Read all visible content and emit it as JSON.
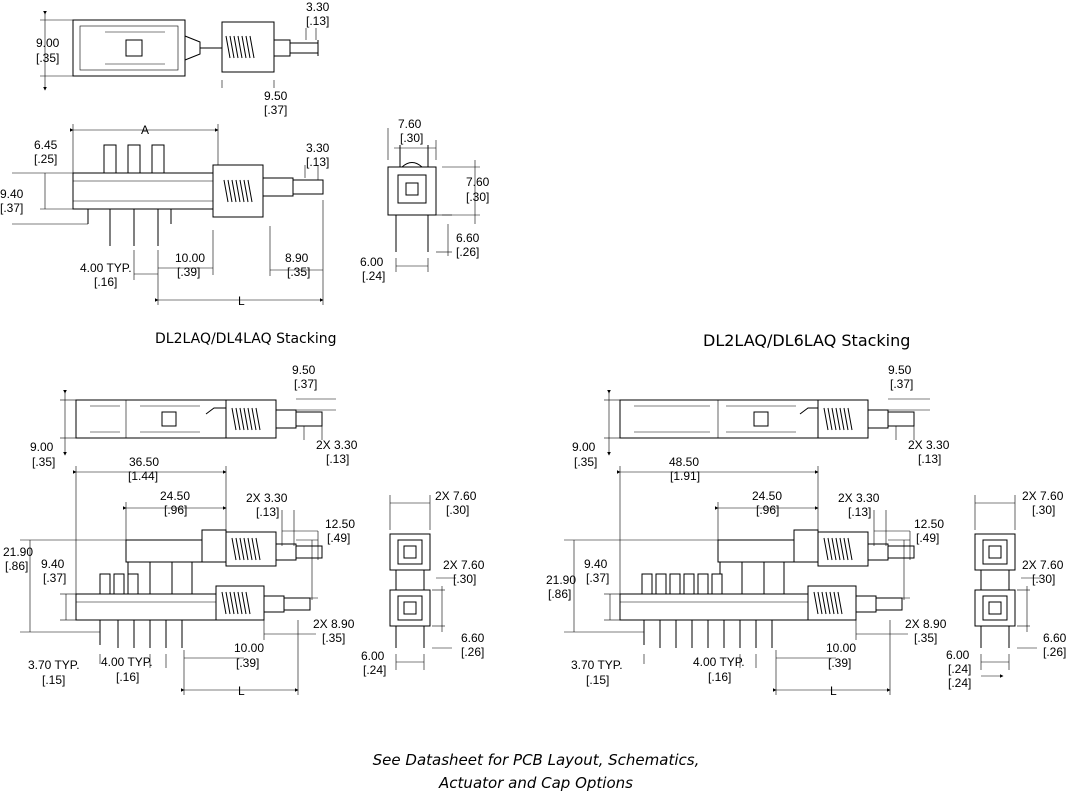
{
  "titles": {
    "left": "DL2LAQ/DL4LAQ Stacking",
    "right": "DL2LAQ/DL6LAQ Stacking"
  },
  "footer": {
    "line1": "See Datasheet for PCB Layout, Schematics,",
    "line2": "Actuator and Cap Options"
  },
  "single": {
    "top_width": "9.00",
    "top_width_in": "[.35]",
    "top_stem": "3.30",
    "top_stem_in": "[.13]",
    "top_spring": "9.50",
    "top_spring_in": "[.37]",
    "dim_a": "A",
    "pin_offset": "6.45",
    "pin_offset_in": "[.25]",
    "body_height": "9.40",
    "body_height_in": "[.37]",
    "stem": "3.30",
    "stem_in": "[.13]",
    "pitch": "4.00 TYP.",
    "pitch_in": "[.16]",
    "pin_to_end": "10.00",
    "pin_to_end_in": "[.39]",
    "travel": "8.90",
    "travel_in": "[.35]",
    "dim_l": "L",
    "end_w": "7.60",
    "end_w_in": "[.30]",
    "end_h": "7.60",
    "end_h_in": "[.30]",
    "end_pin": "6.60",
    "end_pin_in": "[.26]",
    "end_pin_span": "6.00",
    "end_pin_span_in": "[.24]"
  },
  "left": {
    "spring": "9.50",
    "spring_in": "[.37]",
    "width": "9.00",
    "width_in": "[.35]",
    "stem2": "2X 3.30",
    "stem2_in": "[.13]",
    "long": "36.50",
    "long_in": "[1.44]",
    "short": "24.50",
    "short_in": "[.96]",
    "stem_top": "2X 3.30",
    "stem_top_in": "[.13]",
    "row_gap": "12.50",
    "row_gap_in": "[.49]",
    "total_h": "21.90",
    "total_h_in": "[.86]",
    "body_h": "9.40",
    "body_h_in": "[.37]",
    "travel": "2X 8.90",
    "travel_in": "[.35]",
    "pin_end": "10.00",
    "pin_end_in": "[.39]",
    "pin_off": "3.70 TYP.",
    "pin_off_in": "[.15]",
    "pitch": "4.00 TYP.",
    "pitch_in": "[.16]",
    "dim_l": "L",
    "end_w": "2X 7.60",
    "end_w_in": "[.30]",
    "end_h": "2X 7.60",
    "end_h_in": "[.30]",
    "end_pin": "6.60",
    "end_pin_in": "[.26]",
    "end_span": "6.00",
    "end_span_in": "[.24]"
  },
  "right": {
    "spring": "9.50",
    "spring_in": "[.37]",
    "width": "9.00",
    "width_in": "[.35]",
    "stem2": "2X 3.30",
    "stem2_in": "[.13]",
    "long": "48.50",
    "long_in": "[1.91]",
    "short": "24.50",
    "short_in": "[.96]",
    "stem_top": "2X 3.30",
    "stem_top_in": "[.13]",
    "row_gap": "12.50",
    "row_gap_in": "[.49]",
    "total_h": "21.90",
    "total_h_in": "[.86]",
    "body_h": "9.40",
    "body_h_in": "[.37]",
    "travel": "2X 8.90",
    "travel_in": "[.35]",
    "pin_end": "10.00",
    "pin_end_in": "[.39]",
    "pin_off": "3.70 TYP.",
    "pin_off_in": "[.15]",
    "pitch": "4.00 TYP.",
    "pitch_in": "[.16]",
    "dim_l": "L",
    "end_w": "2X 7.60",
    "end_w_in": "[.30]",
    "end_h": "2X 7.60",
    "end_h_in": "[.30]",
    "end_pin": "6.60",
    "end_pin_in": "[.26]",
    "end_span": "6.00",
    "end_span_in": "[.24]",
    "end_span_extra": "[.24]"
  }
}
